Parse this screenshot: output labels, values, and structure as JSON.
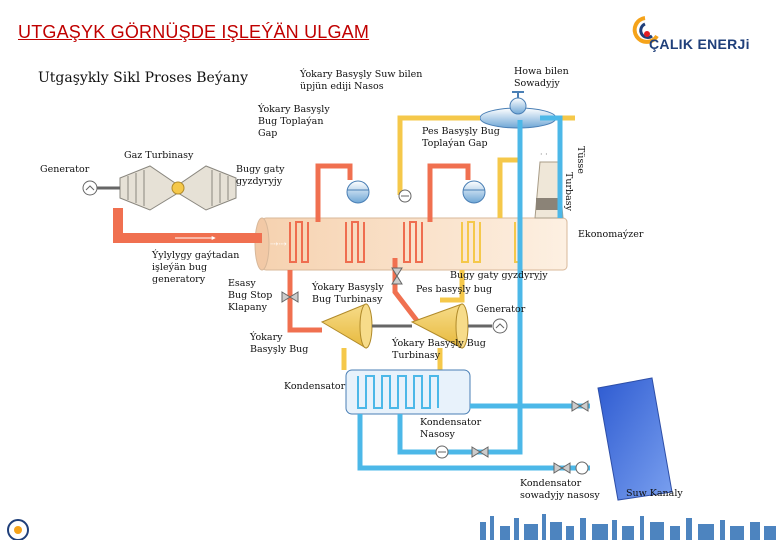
{
  "slide": {
    "title": "UTGAŞYK GÖRNÜŞDE IŞLEÝÄN ULGAM"
  },
  "logo": {
    "text": "ÇALIK ENERJi",
    "colors": [
      "#f5a31a",
      "#1f3f7a",
      "#e31e24"
    ]
  },
  "diagram": {
    "heading": "Utgaşykly Sikl Proses Beýany",
    "labels": {
      "pump_top_1": "Ýokary Basyşly Suw bilen",
      "pump_top_2": "üpjün ediji Nasos",
      "air_1": "Howa bilen",
      "air_2": "Sowadyjy",
      "hp_drum_1": "Ýokary Basyşly",
      "hp_drum_2": "Bug Toplaýan",
      "hp_drum_3": "Gap",
      "lp_drum_1": "Pes Basyşly Bug",
      "lp_drum_2": "Toplaýan Gap",
      "gas_turbine": "Gaz Turbinasy",
      "generator_left": "Generator",
      "superheater_1": "Bugy gaty",
      "superheater_2": "gyzdyryjy",
      "stack_1": "Tüsse",
      "stack_2": "Turbasy",
      "economizer": "Ekonomaýzer",
      "hrsg_1": "Ýylylygy gaýtadan",
      "hrsg_2": "işleýän bug",
      "hrsg_3": "generatory",
      "stop_valve_1": "Esasy",
      "stop_valve_2": "Bug Stop",
      "stop_valve_3": "Klapany",
      "hp_st_1": "Ýokary Basyşly",
      "hp_st_2": "Bug Turbinasy",
      "sh_right": "Bugy gaty gyzdyryjy",
      "lp_steam": "Pes basyşly bug",
      "generator_right": "Generator",
      "hp_steam_1": "Ýokary",
      "hp_steam_2": "Basyşly Bug",
      "lp_st_1": "Ýokary Basyşly Bug",
      "lp_st_2": "Turbinasy",
      "condenser": "Kondensator",
      "cond_pump_1": "Kondensator",
      "cond_pump_2": "Nasosy",
      "cooling_pump_1": "Kondensator",
      "cooling_pump_2": "sowadyjy nasosy",
      "water_channel": "Suw Kanaly"
    },
    "colors": {
      "steam_hot": "#f07050",
      "steam_yellow": "#f5c84a",
      "water_blue": "#4cb8e8",
      "hrsg_gradient_start": "#f5d9b8",
      "hrsg_gradient_end": "#fdeede",
      "equipment_yellow": "#f4cf63",
      "channel_blue": "#4a74d8"
    }
  },
  "footer": {
    "decoration": "industrial-skyline"
  }
}
